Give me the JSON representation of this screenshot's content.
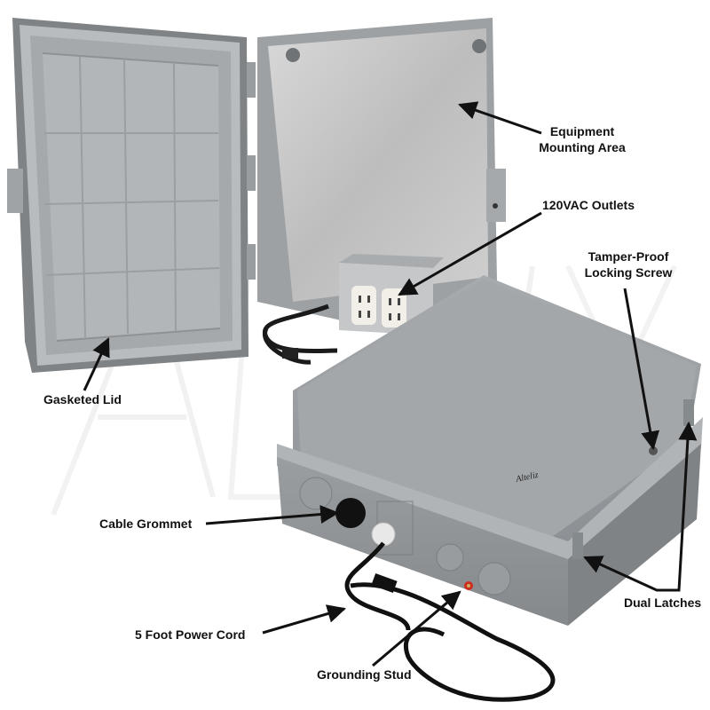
{
  "colors": {
    "background": "#ffffff",
    "enclosure_gray": "#8e9397",
    "enclosure_light": "#a9adb0",
    "backplate": "#c9c9c9",
    "label_text": "#111111",
    "accent_red": "#d12a1e"
  },
  "callouts": {
    "equipment": [
      "Equipment",
      "Mounting Area"
    ],
    "outlets": "120VAC Outlets",
    "tamper": [
      "Tamper-Proof",
      "Locking Screw"
    ],
    "gasket": "Gasketed Lid",
    "grommet": "Cable Grommet",
    "cord": "5 Foot Power Cord",
    "latches": "Dual Latches",
    "ground": "Grounding Stud"
  },
  "logo": "Alteliz",
  "watermark": "ALTELIX"
}
